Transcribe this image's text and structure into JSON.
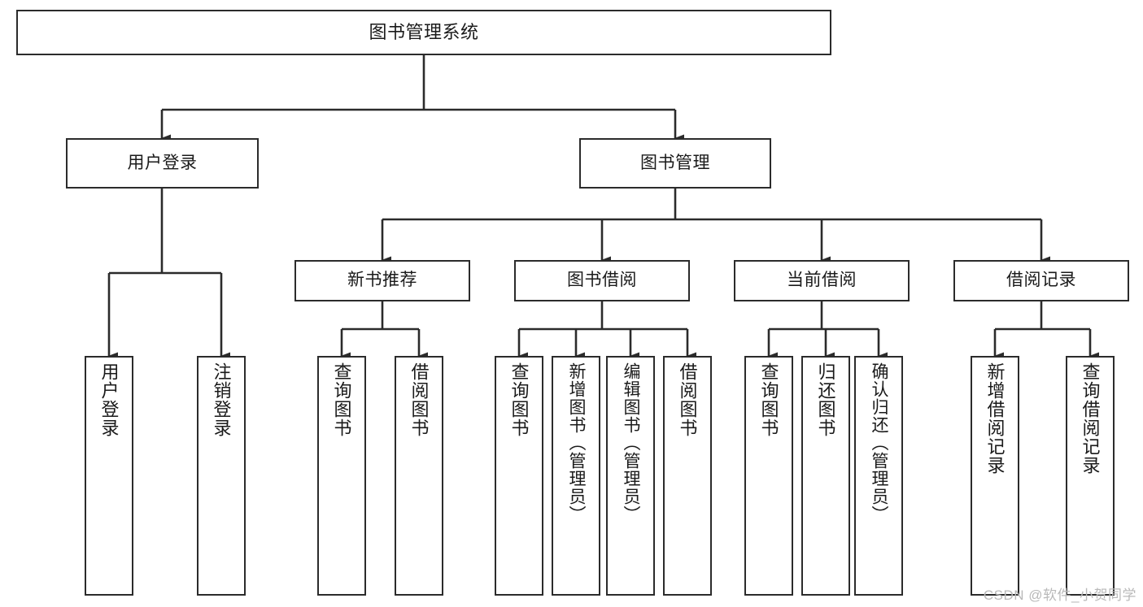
{
  "diagram": {
    "title": "图书管理系统",
    "type": "tree-hierarchy-diagram",
    "watermark": "CSDN @软件_小贺同学",
    "colors": {
      "border": "#2b2b2b",
      "background": "#ffffff",
      "text": "#1a1a1a",
      "connector": "#2b2b2b",
      "watermark": "#b9b9b9"
    },
    "levels": {
      "root": {
        "label": "图书管理系统"
      },
      "level2": [
        {
          "label": "用户登录"
        },
        {
          "label": "图书管理"
        }
      ],
      "level3": [
        {
          "label": "新书推荐"
        },
        {
          "label": "图书借阅"
        },
        {
          "label": "当前借阅"
        },
        {
          "label": "借阅记录"
        }
      ],
      "leaves": {
        "user_login": [
          {
            "label": "用户登录"
          },
          {
            "label": "注销登录"
          }
        ],
        "new_book_recommend": [
          {
            "label": "查询图书"
          },
          {
            "label": "借阅图书"
          }
        ],
        "book_borrow": [
          {
            "label": "查询图书"
          },
          {
            "label": "新增图书（管理员）"
          },
          {
            "label": "编辑图书（管理员）"
          },
          {
            "label": "借阅图书"
          }
        ],
        "current_borrow": [
          {
            "label": "查询图书"
          },
          {
            "label": "归还图书"
          },
          {
            "label": "确认归还（管理员）"
          }
        ],
        "borrow_record": [
          {
            "label": "新增借阅记录"
          },
          {
            "label": "查询借阅记录"
          }
        ]
      }
    }
  }
}
